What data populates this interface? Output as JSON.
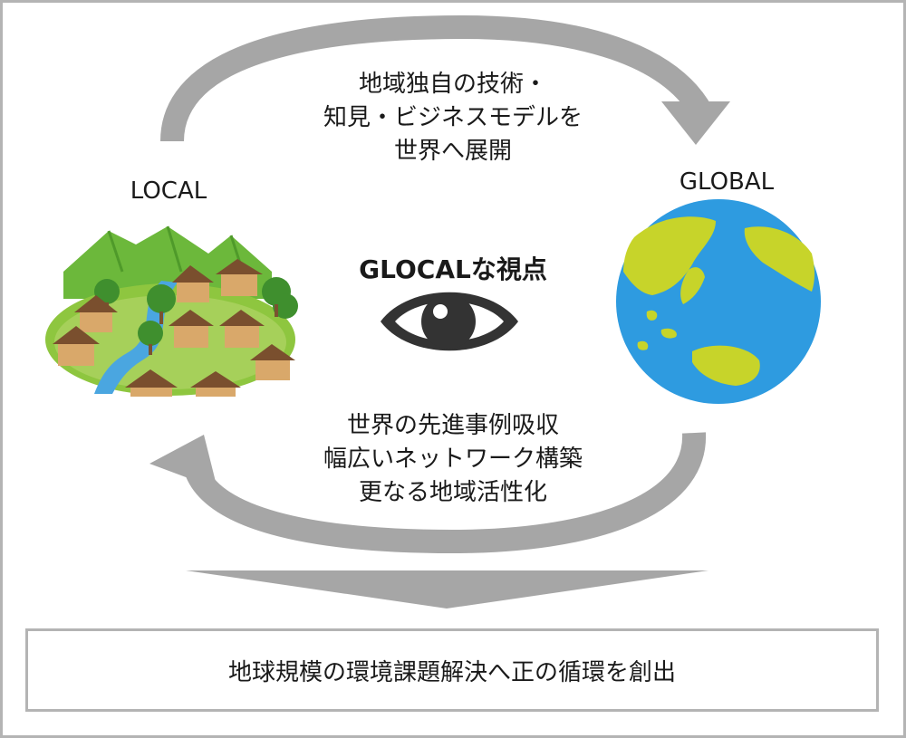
{
  "diagram": {
    "label_local": "LOCAL",
    "label_global": "GLOBAL",
    "top_text": [
      "地域独自の技術・",
      "知見・ビジネスモデルを",
      "世界へ展開"
    ],
    "center_title": "GLOCALな視点",
    "bottom_text": [
      "世界の先進事例吸収",
      "幅広いネットワーク構築",
      "更なる地域活性化"
    ],
    "result_text": "地球規模の環境課題解決へ正の循環を創出",
    "icons": {
      "village": "village-icon",
      "globe": "globe-icon",
      "eye": "eye-icon"
    },
    "colors": {
      "arrow": "#a6a6a6",
      "border": "#b4b4b4",
      "ocean": "#2e9be0",
      "land": "#c7d42a",
      "mountain": "#6cb83b",
      "eye": "#333333"
    }
  }
}
